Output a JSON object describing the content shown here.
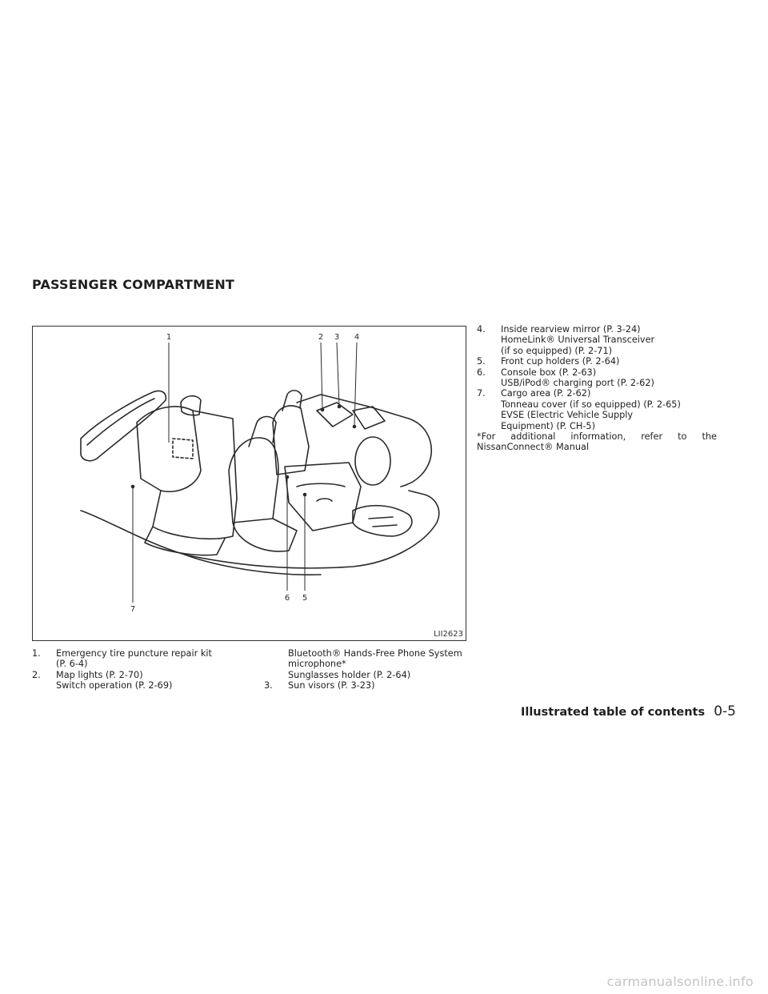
{
  "section_title": "PASSENGER COMPARTMENT",
  "figure": {
    "code": "LII2623",
    "callouts": [
      "1",
      "2",
      "3",
      "4",
      "5",
      "6",
      "7"
    ]
  },
  "column1": {
    "item1": {
      "num": "1.",
      "lines": [
        "Emergency tire puncture repair kit",
        "(P. 6-4)"
      ]
    },
    "item2": {
      "num": "2.",
      "lines": [
        "Map lights (P. 2-70)",
        "Switch operation (P. 2-69)"
      ]
    }
  },
  "column2": {
    "cont_lines": [
      "Bluetooth® Hands-Free Phone System",
      "microphone*",
      "Sunglasses holder (P. 2-64)"
    ],
    "item3": {
      "num": "3.",
      "lines": [
        "Sun visors (P. 3-23)"
      ]
    }
  },
  "column3": {
    "item4": {
      "num": "4.",
      "lines": [
        "Inside rearview mirror (P. 3-24)",
        "HomeLink® Universal Transceiver",
        "(if so equipped) (P. 2-71)"
      ]
    },
    "item5": {
      "num": "5.",
      "lines": [
        "Front cup holders (P. 2-64)"
      ]
    },
    "item6": {
      "num": "6.",
      "lines": [
        "Console box (P. 2-63)",
        "USB/iPod® charging port (P. 2-62)"
      ]
    },
    "item7": {
      "num": "7.",
      "lines": [
        "Cargo area (P. 2-62)",
        "Tonneau cover (if so equipped) (P. 2-65)",
        "EVSE (Electric Vehicle Supply",
        "Equipment) (P. CH-5)"
      ]
    },
    "note": "*For additional information, refer to the NissanConnect® Manual"
  },
  "footer": {
    "title": "Illustrated table of contents",
    "page": "0-5"
  },
  "watermark": "carmanualsonline.info"
}
